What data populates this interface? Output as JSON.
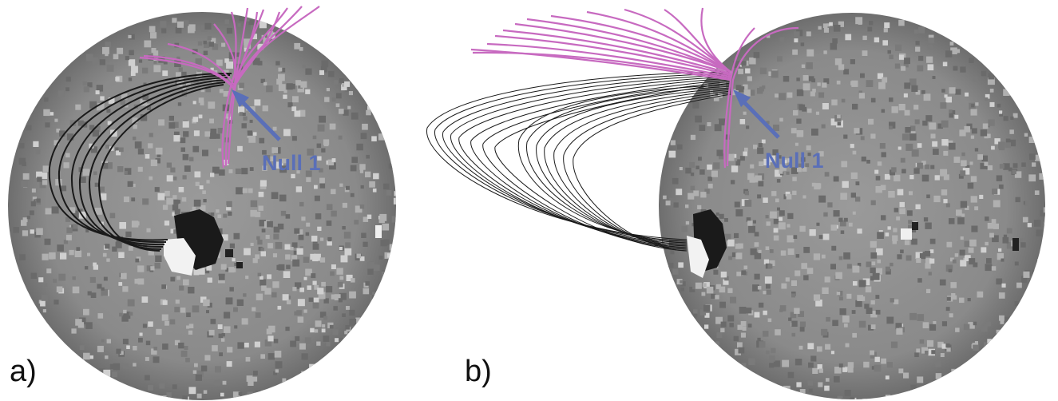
{
  "panels": [
    {
      "label": "a)",
      "null_label": "Null 1"
    },
    {
      "label": "b)",
      "null_label": "Null 1"
    }
  ],
  "colors": {
    "open_field_lines": "#c76ac0",
    "closed_field_lines": "#1a1a1a",
    "null_arrow": "#5a6fb8",
    "disk_gray": "#8a8a8a"
  }
}
